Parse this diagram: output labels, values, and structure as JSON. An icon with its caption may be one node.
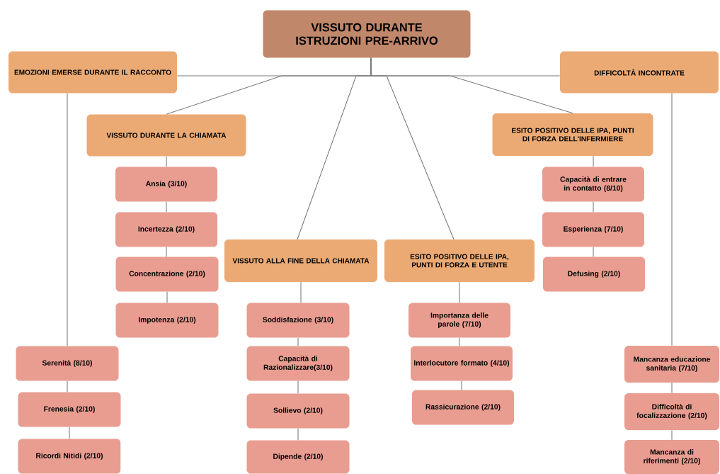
{
  "diagram": {
    "nodes": [
      {
        "text": [
          "VISSUTO DURANTE ISTRUZIONI PRE-ARRIVO"
        ]
      },
      {
        "text": [
          "EMOZIONI EMERSE DURANTE IL RACCONTO"
        ]
      },
      {
        "text": [
          "Serenità (8/10)"
        ]
      },
      {
        "text": [
          "Frenesia (2/10)"
        ]
      },
      {
        "text": [
          "Ricordi Nitidi (2/10)"
        ]
      },
      {
        "text": [
          "VISSUTO DURANTE LA CHIAMATA"
        ]
      },
      {
        "text": [
          "Ansia (3/10)"
        ]
      },
      {
        "text": [
          "Incertezza (2/10)"
        ]
      },
      {
        "text": [
          "Concentrazione (2/10)"
        ]
      },
      {
        "text": [
          "Impotenza (2/10)"
        ]
      },
      {
        "text": [
          "VISSUTO ALLA FINE DELLA CHIAMATA"
        ]
      },
      {
        "text": [
          "Soddisfazione (3/10)"
        ]
      },
      {
        "text": [
          "Capacità di Razionalizzare(3/10)"
        ]
      },
      {
        "text": [
          "Sollievo (2/10)"
        ]
      },
      {
        "text": [
          "Dipende (2/10)"
        ]
      },
      {
        "text": [
          "ESITO POSITIVO DELLE IPA, PUNTI DI FORZA E UTENTE"
        ]
      },
      {
        "text": [
          "Importanza delle parole (7/10)"
        ]
      },
      {
        "text": [
          "Interlocutore formato (4/10)"
        ]
      },
      {
        "text": [
          "Rassicurazione (2/10)"
        ]
      },
      {
        "text": [
          "ESITO POSITIVO DELLE IPA, PUNTI DI FORZA DELL'INFERMIERE"
        ]
      },
      {
        "text": [
          "Capacità di entrare in contatto (8/10)"
        ]
      },
      {
        "text": [
          "Esperienza (7/10)"
        ]
      },
      {
        "text": [
          "Defusing (2/10)"
        ]
      },
      {
        "text": [
          "DIFFICOLTÀ INCONTRATE"
        ]
      },
      {
        "text": [
          "Mancanza educazione sanitaria (7/10)"
        ]
      },
      {
        "text": [
          "Difficoltà di focalizzazione (2/10)"
        ]
      },
      {
        "text": [
          "Mancanza di riferimenti (2/10)"
        ]
      }
    ],
    "edges": [
      {
        "from": 0,
        "to": 1,
        "arrow": "none"
      },
      {
        "from": 0,
        "to": 5,
        "arrow": "none"
      },
      {
        "from": 0,
        "to": 10,
        "arrow": "none"
      },
      {
        "from": 0,
        "to": 15,
        "arrow": "none"
      },
      {
        "from": 0,
        "to": 19,
        "arrow": "none"
      },
      {
        "from": 0,
        "to": 23,
        "arrow": "none"
      },
      {
        "from": 1,
        "to": 2,
        "arrow": "none"
      },
      {
        "from": 2,
        "to": 3,
        "arrow": "none"
      },
      {
        "from": 3,
        "to": 4,
        "arrow": "none"
      },
      {
        "from": 5,
        "to": 6,
        "arrow": "none"
      },
      {
        "from": 6,
        "to": 7,
        "arrow": "none"
      },
      {
        "from": 7,
        "to": 8,
        "arrow": "none"
      },
      {
        "from": 8,
        "to": 9,
        "arrow": "none"
      },
      {
        "from": 10,
        "to": 11,
        "arrow": "none"
      },
      {
        "from": 11,
        "to": 12,
        "arrow": "none"
      },
      {
        "from": 12,
        "to": 13,
        "arrow": "none"
      },
      {
        "from": 13,
        "to": 14,
        "arrow": "none"
      },
      {
        "from": 15,
        "to": 16,
        "arrow": "none"
      },
      {
        "from": 16,
        "to": 17,
        "arrow": "none"
      },
      {
        "from": 17,
        "to": 18,
        "arrow": "none"
      },
      {
        "from": 19,
        "to": 20,
        "arrow": "none"
      },
      {
        "from": 20,
        "to": 21,
        "arrow": "none"
      },
      {
        "from": 21,
        "to": 22,
        "arrow": "none"
      },
      {
        "from": 23,
        "to": 24,
        "arrow": "none"
      },
      {
        "from": 24,
        "to": 25,
        "arrow": "none"
      },
      {
        "from": 25,
        "to": 26,
        "arrow": "none"
      }
    ]
  }
}
